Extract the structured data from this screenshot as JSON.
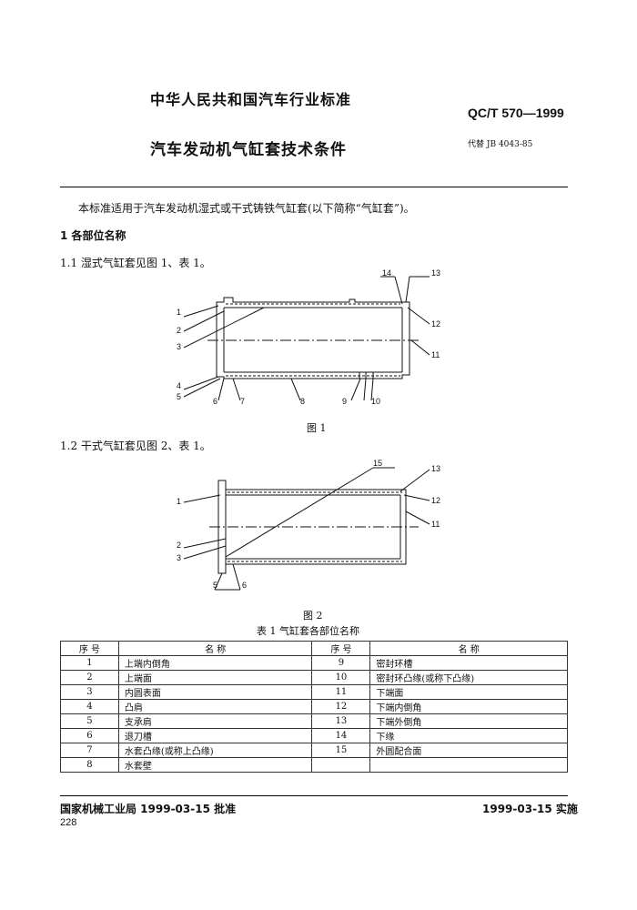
{
  "header": {
    "org": "中华人民共和国汽车行业标准",
    "code": "QC/T 570—1999",
    "title": "汽车发动机气缸套技术条件",
    "replaces": "代替 JB 4043-85"
  },
  "body": {
    "scope": "本标准适用于汽车发动机湿式或干式铸铁气缸套(以下简称“气缸套”)。",
    "section1": "1  各部位名称",
    "sub1_1": "1.1   湿式气缸套见图 1、表 1。",
    "sub1_2": "1.2   干式气缸套见图 2、表 1。"
  },
  "figure1": {
    "caption": "图 1",
    "labels": [
      "1",
      "2",
      "3",
      "4",
      "5",
      "6",
      "7",
      "8",
      "9",
      "10",
      "11",
      "12",
      "13",
      "14"
    ]
  },
  "figure2": {
    "caption": "图 2",
    "labels": [
      "1",
      "2",
      "3",
      "5",
      "6",
      "11",
      "12",
      "13",
      "15"
    ]
  },
  "table": {
    "caption": "表 1   气缸套各部位名称",
    "headers": [
      "序  号",
      "名            称",
      "序  号",
      "名            称"
    ],
    "rows": [
      [
        "1",
        "上端内倒角",
        "9",
        "密封环槽"
      ],
      [
        "2",
        "上端面",
        "10",
        "密封环凸缘(或称下凸缘)"
      ],
      [
        "3",
        "内圆表面",
        "11",
        "下端面"
      ],
      [
        "4",
        "凸肩",
        "12",
        "下端内倒角"
      ],
      [
        "5",
        "支承肩",
        "13",
        "下端外倒角"
      ],
      [
        "6",
        "退刀槽",
        "14",
        "下缘"
      ],
      [
        "7",
        "水套凸缘(或称上凸缘)",
        "15",
        "外圆配合面"
      ],
      [
        "8",
        "水套壁",
        "",
        ""
      ]
    ]
  },
  "footer": {
    "approval": "国家机械工业局 1999-03-15 批准",
    "effective": "1999-03-15 实施",
    "page": "228"
  }
}
